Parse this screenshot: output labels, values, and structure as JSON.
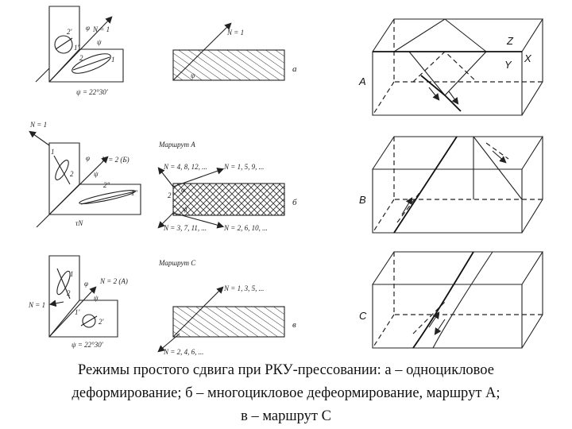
{
  "caption": {
    "line1": "Режимы простого сдвига при РКУ-прессовании: а – одноцикловое",
    "line2": "деформирование; б – многоцикловое дефеормирование, маршрут А;",
    "line3": "в – маршрут С"
  },
  "row_a": {
    "angle_note": "ψ = 22°30′",
    "n_label": "N = 1",
    "phi": "φ",
    "psi": "ψ",
    "lbl_1": "1",
    "lbl_1p": "1′",
    "lbl_2": "2",
    "lbl_2p": "2′",
    "right_n": "N = 1",
    "right_psi": "ψ",
    "panel": "а"
  },
  "row_b": {
    "route_title": "Маршрут А",
    "n1": "N = 1",
    "n2": "N = 2 (Б)",
    "tau": "τN",
    "phi": "φ",
    "psi": "ψ",
    "lbl_1": "1",
    "lbl_1p": "1″",
    "lbl_2": "2",
    "lbl_2p": "2″",
    "n_even_top": "N = 4, 8, 12, ...",
    "n_odd_top": "N = 1, 5, 9, ...",
    "n_odd_bot": "N = 3, 7, 11, ...",
    "n_even_bot": "N = 2, 6, 10, ...",
    "side_2": "2",
    "side_phi": "φ",
    "side_psi": "ψ",
    "panel": "б"
  },
  "row_c": {
    "route_title": "Маршрут С",
    "n2": "N = 2 (А)",
    "n1": "N = 1",
    "phi": "φ",
    "psi": "ψ",
    "lbl_1": "1",
    "lbl_1p": "1′",
    "lbl_2": "2",
    "lbl_2p": "2′",
    "angle_note": "ψ = 22°30′",
    "n_odd": "N = 1, 3, 5, ...",
    "n_even": "N = 2, 4, 6, ...",
    "panel": "в"
  },
  "boxes": {
    "a_label": "A",
    "b_label": "B",
    "c_label": "C",
    "axis_z": "Z",
    "axis_y": "Y",
    "axis_x": "X"
  }
}
